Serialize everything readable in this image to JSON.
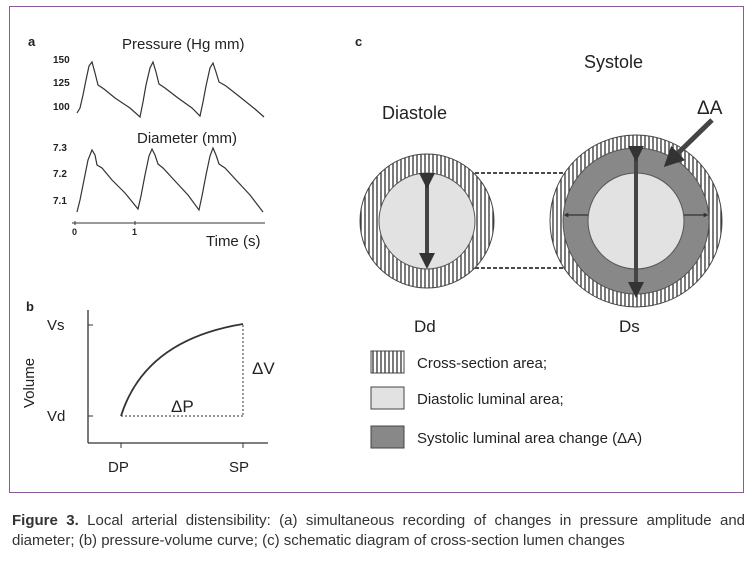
{
  "panel_a": {
    "label": "a",
    "pressure_title": "Pressure (Hg mm)",
    "pressure_ticks": [
      "150",
      "125",
      "100"
    ],
    "diameter_title": "Diameter (mm)",
    "diameter_ticks": [
      "7.3",
      "7.2",
      "7.1"
    ],
    "x_ticks": [
      "0",
      "1"
    ],
    "x_title": "Time (s)"
  },
  "panel_b": {
    "label": "b",
    "y_title": "Volume",
    "y_ticks": [
      "Vs",
      "Vd"
    ],
    "x_ticks": [
      "DP",
      "SP"
    ],
    "delta_v": "ΔV",
    "delta_p": "ΔP"
  },
  "panel_c": {
    "label": "c",
    "diastole": "Diastole",
    "systole": "Systole",
    "delta_a": "ΔA",
    "dd": "Dd",
    "ds": "Ds",
    "legend": [
      {
        "text": "Cross-section area;",
        "pattern": "hatched"
      },
      {
        "text": "Diastolic luminal area;",
        "color": "#e2e2e2"
      },
      {
        "text": "Systolic luminal area change (ΔA)",
        "color": "#888888"
      }
    ]
  },
  "caption": {
    "lead": "Figure 3.",
    "text": " Local arterial distensibility: (a) simultaneous recording of changes in pressure amplitude and diameter; (b) pressure-volume curve; (c) schematic diagram of cross-section lumen changes"
  }
}
